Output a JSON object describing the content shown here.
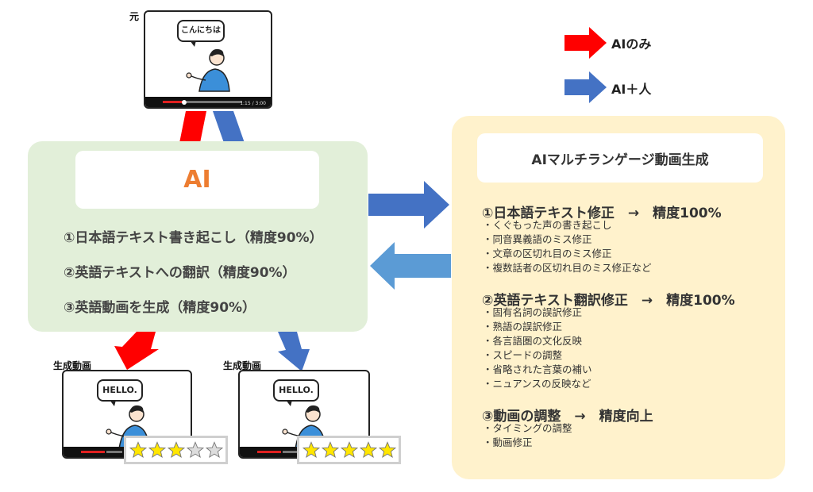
{
  "source_video": {
    "label": "元",
    "speech": "こんにちは",
    "time": "1:15 / 3:00"
  },
  "legend": {
    "ai_only": {
      "label": "AIのみ",
      "color": "#ff0000"
    },
    "ai_human": {
      "label": "AI＋人",
      "color": "#4472c4"
    }
  },
  "ai_panel": {
    "title": "AI",
    "steps": [
      "①日本語テキスト書き起こし（精度90%）",
      "②英語テキストへの翻訳（精度90%）",
      "③英語動画を生成（精度90%）"
    ]
  },
  "generation_panel": {
    "title": "AIマルチランゲージ動画生成",
    "sections": [
      {
        "heading": "①日本語テキスト修正　→　精度100%",
        "items": [
          "・くぐもった声の書き起こし",
          "・同音異義語のミス修正",
          "・文章の区切れ目のミス修正",
          "・複数話者の区切れ目のミス修正など"
        ]
      },
      {
        "heading": "②英語テキスト翻訳修正　→　精度100%",
        "items": [
          "・固有名詞の誤訳修正",
          "・熟語の誤訳修正",
          "・各言語圏の文化反映",
          "・スピードの調整",
          "・省略された言葉の補い",
          "・ニュアンスの反映など"
        ]
      },
      {
        "heading": "③動画の調整　→　精度向上",
        "items": [
          "・タイミングの調整",
          "・動画修正"
        ]
      }
    ]
  },
  "outputs": [
    {
      "label": "生成動画",
      "speech": "HELLO.",
      "rating": 3,
      "max_rating": 5,
      "path": "AIのみ"
    },
    {
      "label": "生成動画",
      "speech": "HELLO.",
      "rating": 5,
      "max_rating": 5,
      "path": "AI＋人"
    }
  ],
  "colors": {
    "ai_panel_bg": "#e2efd9",
    "generation_panel_bg": "#fff2cc",
    "ai_title": "#ed7d31",
    "arrow_red": "#ff0000",
    "arrow_blue": "#4472c4",
    "arrow_light_blue": "#5b9bd5",
    "star_fill": "#ffe600",
    "star_empty": "#dddddd"
  }
}
